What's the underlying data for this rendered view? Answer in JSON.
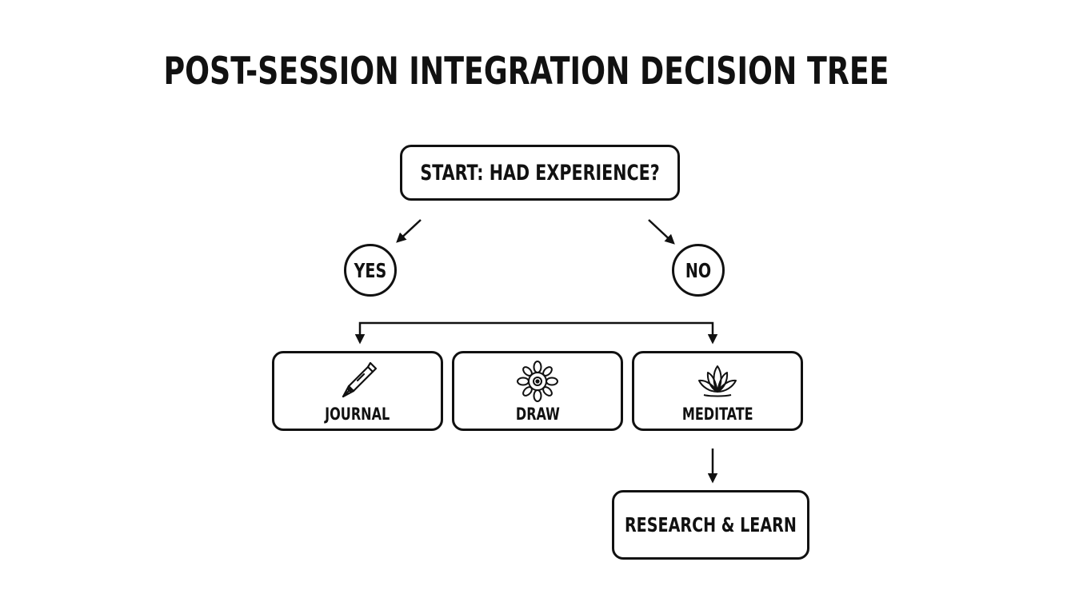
{
  "title": "POST-SESSION INTEGRATION DECISION TREE",
  "start_node": {
    "label": "START: HAD EXPERIENCE?"
  },
  "branches": {
    "yes": "YES",
    "no": "NO"
  },
  "activities": [
    {
      "label": "JOURNAL",
      "icon": "fountain-pen-icon"
    },
    {
      "label": "DRAW",
      "icon": "mandala-icon"
    },
    {
      "label": "MEDITATE",
      "icon": "lotus-icon"
    }
  ],
  "final_node": {
    "label": "RESEARCH & LEARN"
  },
  "colors": {
    "ink": "#111111",
    "background": "#ffffff"
  }
}
